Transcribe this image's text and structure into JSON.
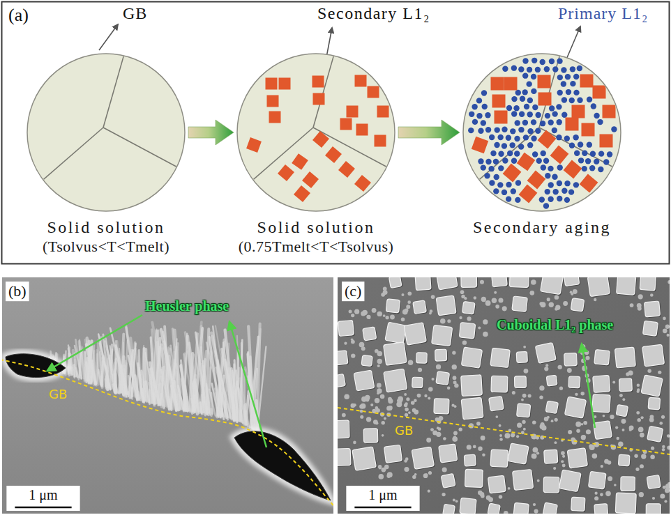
{
  "diagram": {
    "nodes": [
      {
        "text": [
          "Solid solution",
          "(Tsolvus<T<Tmelt)"
        ]
      },
      {
        "text": [
          "Solid solution",
          "(0.75Tmelt<T<Tsolvus)"
        ]
      },
      {
        "text": [
          "Secondary aging"
        ]
      }
    ],
    "edges": [
      {
        "from": 0,
        "to": 1,
        "arrow": "to"
      },
      {
        "from": 1,
        "to": 2,
        "arrow": "to"
      }
    ],
    "labels": [
      "(a)",
      "GB",
      "Secondary L1₂",
      "Primary L1₂",
      "(b)",
      "Heusler phase",
      "GB",
      "1 μm",
      "(c)",
      "Cuboidal L1₂ phase",
      "GB",
      "1 μm"
    ]
  }
}
